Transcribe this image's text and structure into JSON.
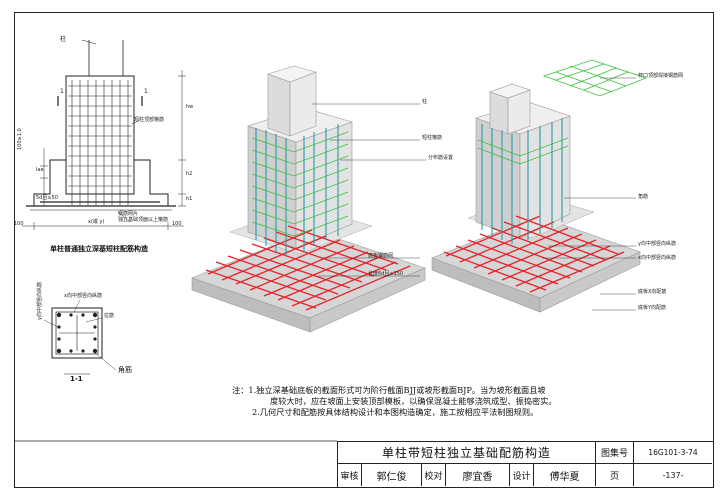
{
  "left_drawing": {
    "column_label": "柱",
    "section_mark": "1",
    "label_top_rebar": "短柱顶部箍筋",
    "label_rebar_mesh": "钢筋网片",
    "dim_depth": "100≥1.0",
    "dim_lae": "lae",
    "dim_h1": "h1",
    "dim_h2": "h2",
    "dim_hw": "hw",
    "dim_edge": "5d且≥50",
    "dim_x": "x(或 y)",
    "dim_100_left": "100",
    "dim_100_right": "100",
    "label_bottom_hoop": "独立基础顶面以上箍筋",
    "caption": "单柱普通独立深基短柱配筋构造"
  },
  "section_drawing": {
    "label_x_rebar": "x向中部竖向纵筋",
    "label_y_rebar": "y向中部竖向纵筋",
    "label_tie": "拉筋",
    "label_corner": "角筋",
    "caption": "1-1"
  },
  "middle_3d": {
    "label_column": "柱",
    "label_shortcol_hoop": "短柱箍筋",
    "label_mesh_note": "分布筋设置",
    "label_bottom_mesh": "底板钢筋网",
    "label_dim": "长度6d且≥150"
  },
  "right_3d": {
    "label_top_mesh": "杯口顶部焊接钢筋网",
    "label_corner": "角筋",
    "label_y_mid": "y向中部竖向纵筋",
    "label_x_mid": "x向中部竖向纵筋",
    "label_bottom_x": "底板X向配筋",
    "label_bottom_y": "底板Y向配筋"
  },
  "notes": {
    "line1": "注：1.独立深基础底板的截面形式可为阶行截面BJJ或坡形截面BJP。当为坡形截面且坡",
    "line2": "度较大时，应在坡面上安装顶部模板，以确保混凝土能够浇筑成型、振捣密实。",
    "line3": "2.几何尺寸和配筋按具体结构设计和本图构造确定，施工按相应平法制图规则。"
  },
  "title_block": {
    "title": "单柱带短柱独立基础配筋构造",
    "atlas_label": "图集号",
    "atlas_number": "16G101-3-74",
    "review_label": "审核",
    "reviewer": "郭仁俊",
    "check_label": "校对",
    "checker": "廖宜香",
    "design_label": "设计",
    "designer": "傅华夏",
    "page_label": "页",
    "page_number": "-137-"
  },
  "colors": {
    "rebar_red": "#e8222a",
    "rebar_teal": "#2a9aa8",
    "rebar_green": "#3cbf3c",
    "concrete": "#d9d9d9",
    "line": "#222222"
  }
}
